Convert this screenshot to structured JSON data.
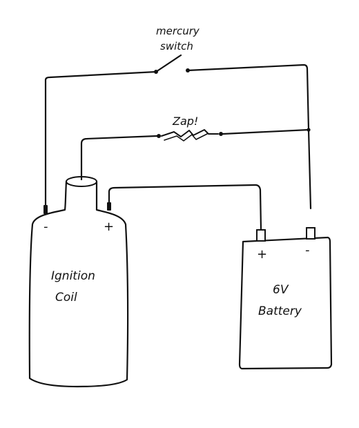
{
  "colors": {
    "ink": "#111111",
    "paper": "#ffffff"
  },
  "switch": {
    "label_line1": "mercury",
    "label_line2": "switch"
  },
  "spark_gap": {
    "label": "Zap!"
  },
  "coil": {
    "label_line1": "Ignition",
    "label_line2": "Coil",
    "minus_symbol": "-",
    "plus_symbol": "+"
  },
  "battery": {
    "label_line1": "6V",
    "label_line2": "Battery",
    "plus_symbol": "+",
    "minus_symbol": "-"
  }
}
